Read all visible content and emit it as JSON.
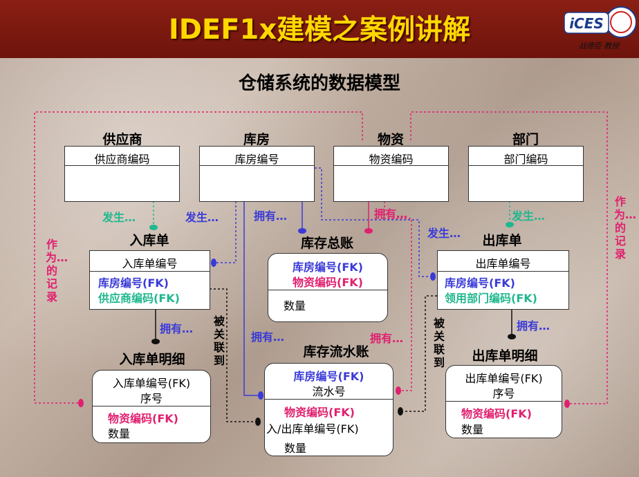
{
  "title": "IDEF1x建模之案例讲解",
  "logo": {
    "mark": "iCES",
    "caption": "战德臣 教授"
  },
  "subtitle": "仓储系统的数据模型",
  "colors": {
    "blue": "#3a3ad8",
    "pink": "#e0206f",
    "teal": "#1fb88e",
    "black": "#111111"
  },
  "entities": {
    "supplier": {
      "name": "供应商",
      "key": "供应商编码"
    },
    "warehouse": {
      "name": "库房",
      "key": "库房编号"
    },
    "material": {
      "name": "物资",
      "key": "物资编码"
    },
    "department": {
      "name": "部门",
      "key": "部门编码"
    },
    "inbound": {
      "name": "入库单",
      "key": "入库单编号",
      "attr1": "库房编号(FK)",
      "attr2": "供应商编码(FK)"
    },
    "ledger": {
      "name": "库存总账",
      "key1": "库房编号(FK)",
      "key2": "物资编码(FK)",
      "attr1": "数量"
    },
    "outbound": {
      "name": "出库单",
      "key": "出库单编号",
      "attr1": "库房编号(FK)",
      "attr2": "领用部门编码(FK)"
    },
    "inbound_detail": {
      "name": "入库单明细",
      "key1": "入库单编号(FK)",
      "key2": "序号",
      "attr1": "物资编码(FK)",
      "attr2": "数量"
    },
    "flow": {
      "name": "库存流水账",
      "key1": "库房编号(FK)",
      "key2": "流水号",
      "attr1": "物资编码(FK)",
      "attr2": "入/出库单编号(FK)",
      "attr3": "数量"
    },
    "outbound_detail": {
      "name": "出库单明细",
      "key1": "出库单编号(FK)",
      "key2": "序号",
      "attr1": "物资编码(FK)",
      "attr2": "数量"
    }
  },
  "relations": {
    "supplier_inbound": "发生…",
    "warehouse_inbound": "发生…",
    "warehouse_ledger": "拥有…",
    "material_ledger": "拥有…",
    "warehouse_outbound": "发生…",
    "department_outbound": "发生…",
    "inbound_detail": "拥有…",
    "outbound_detail": "拥有…",
    "warehouse_flow": "拥有…",
    "material_flow": "拥有…",
    "inbound_related": "被关联到",
    "outbound_related": "被关联到",
    "left_record": "作为…的记录",
    "right_record": "作为…的记录"
  }
}
